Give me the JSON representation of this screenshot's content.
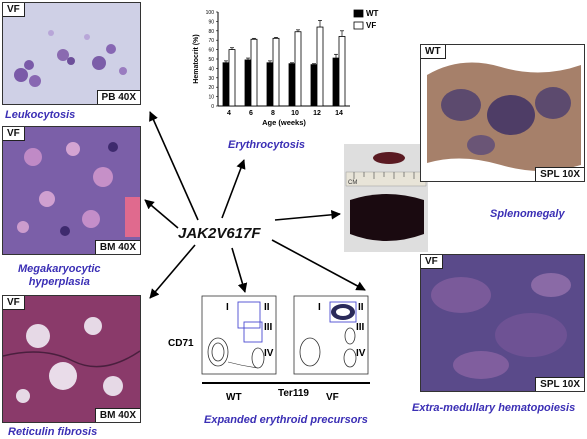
{
  "center_label": "JAK2V617F",
  "panels": {
    "pb": {
      "tag_top": "VF",
      "tag_bottom": "PB 40X",
      "caption": "Leukocytosis"
    },
    "bm": {
      "tag_top": "VF",
      "tag_bottom": "BM 40X",
      "caption_line1": "Megakaryocytic",
      "caption_line2": "hyperplasia"
    },
    "ret": {
      "tag_top": "VF",
      "tag_bottom": "BM 40X",
      "caption": "Reticulin fibrosis"
    },
    "spl_wt": {
      "tag_top": "WT",
      "tag_bottom": "SPL 10X"
    },
    "spl_vf": {
      "tag_top": "VF",
      "tag_bottom": "SPL 10X",
      "caption": "Extra-medullary hematopoiesis"
    },
    "spleen": {
      "caption": "Splenomegaly",
      "ruler_label": "CM"
    },
    "flow": {
      "caption": "Expanded erythroid precursors",
      "ylabel": "CD71",
      "xlabel": "Ter119",
      "left_label": "WT",
      "right_label": "VF",
      "gates": [
        "I",
        "II",
        "III",
        "IV"
      ]
    },
    "erythro": {
      "caption": "Erythrocytosis"
    }
  },
  "chart_data": {
    "type": "bar",
    "categories": [
      "4",
      "6",
      "8",
      "10",
      "12",
      "14"
    ],
    "series": [
      {
        "name": "WT",
        "values": [
          46,
          49,
          46,
          45,
          44,
          51
        ]
      },
      {
        "name": "VF",
        "values": [
          60,
          71,
          72,
          79,
          84,
          74
        ]
      }
    ],
    "errors": {
      "WT": [
        2,
        2,
        2,
        1,
        1,
        4
      ],
      "VF": [
        2,
        1,
        1,
        2,
        7,
        6
      ]
    },
    "xlabel": "Age (weeks)",
    "ylabel": "Hematocrit (%)",
    "ylim": [
      0,
      100
    ],
    "yticks": [
      0,
      10,
      20,
      30,
      40,
      50,
      60,
      70,
      80,
      90,
      100
    ],
    "legend": "top-right",
    "colors": {
      "WT": "#000000",
      "VF": "#ffffff"
    }
  }
}
